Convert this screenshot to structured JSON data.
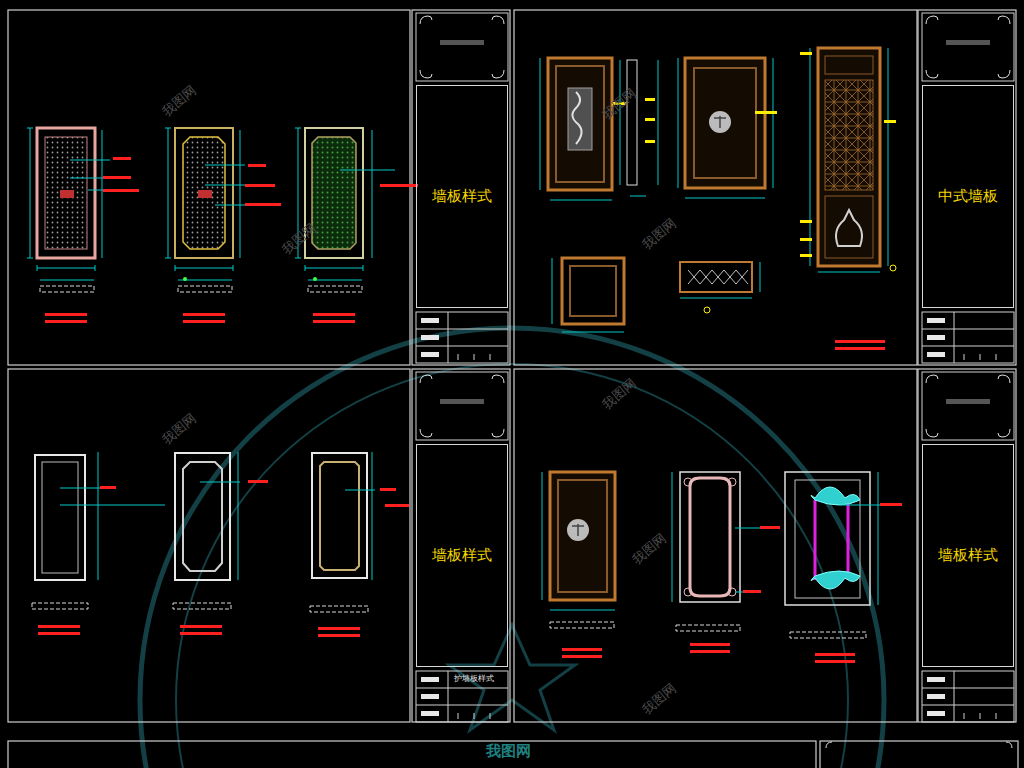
{
  "diagram": {
    "nodes": [
      {
        "text": [
          "墙板样式"
        ]
      },
      {
        "text": [
          "中式墙板"
        ]
      },
      {
        "text": [
          "墙板样式"
        ]
      },
      {
        "text": [
          "墙板样式"
        ]
      }
    ],
    "labels": [
      "护墙板样式",
      "我图网",
      "我图网",
      "我图网",
      "我图网",
      "我图网",
      "我图网",
      "我图网",
      "我图网",
      "我图网"
    ]
  }
}
